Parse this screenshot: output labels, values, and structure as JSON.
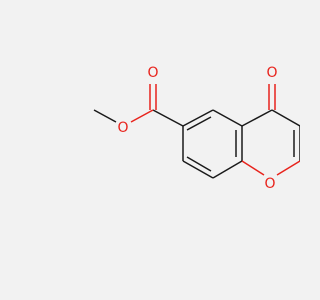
{
  "molecule": {
    "atoms": {
      "carbonyl_o_top": "O",
      "ester_carbonyl_o": "O",
      "ester_ether_o": "O",
      "ring_o": "O"
    },
    "colors": {
      "bond": "#1a1a1a",
      "oxygen": "#e8231c",
      "background": "#f2f2f2"
    }
  }
}
